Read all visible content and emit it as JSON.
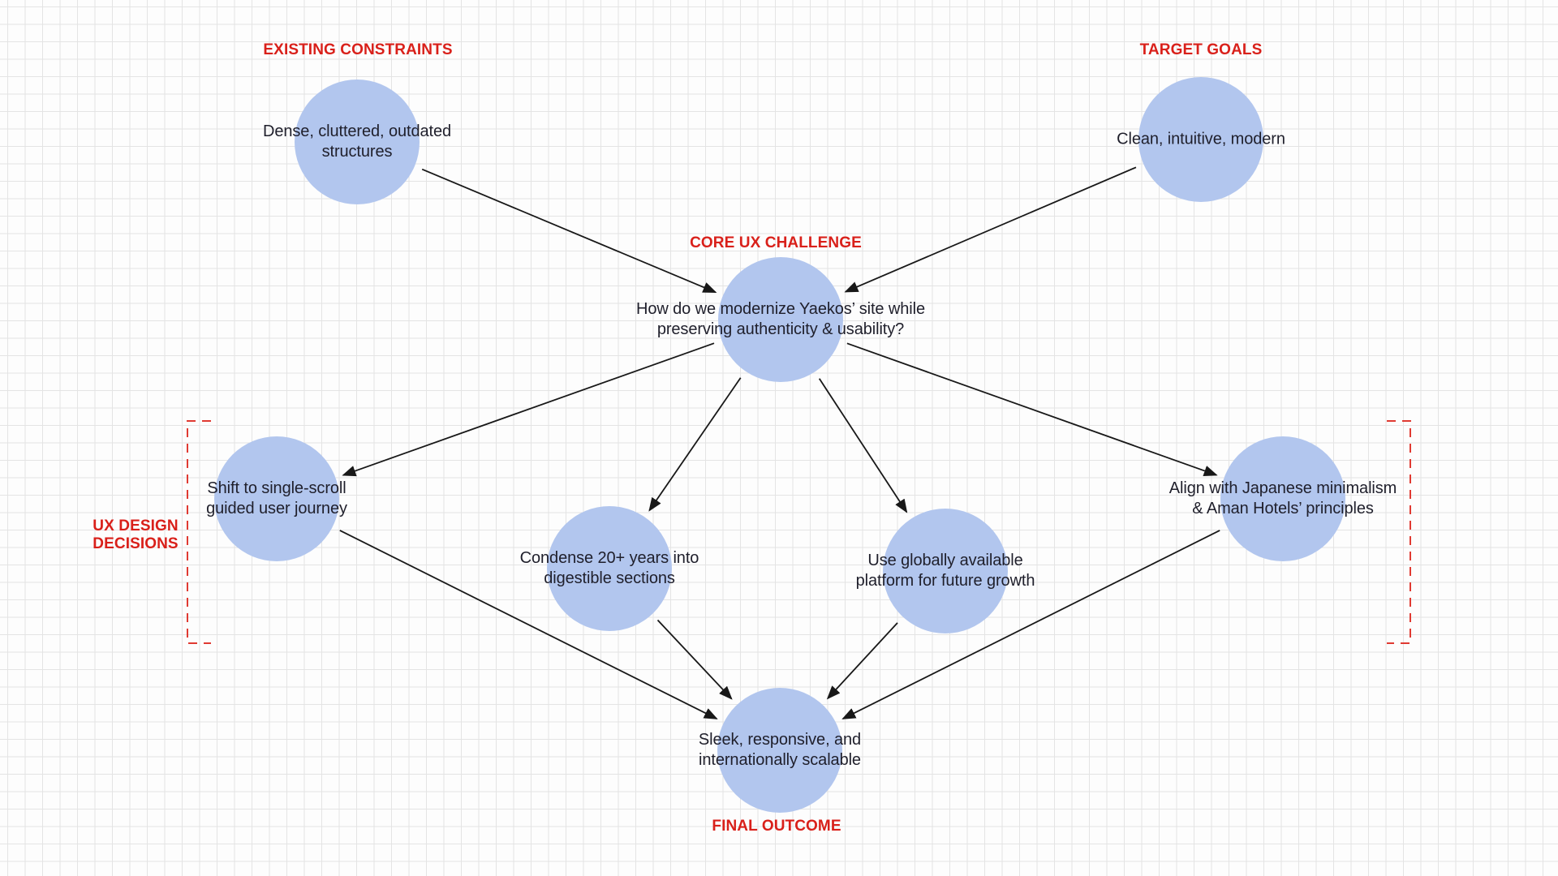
{
  "colors": {
    "node_fill": "#b2c6ee",
    "label_red": "#d9201a",
    "bracket_red": "#e03a32",
    "node_text": "#1f1f2b",
    "arrow": "#181818",
    "grid_line": "#e4e4e4",
    "background": "#fdfdfd"
  },
  "diagram": {
    "section_labels": [
      {
        "id": "existing-constraints",
        "text": "EXISTING CONSTRAINTS"
      },
      {
        "id": "target-goals",
        "text": "TARGET GOALS"
      },
      {
        "id": "core-ux-challenge",
        "text": "CORE UX CHALLENGE"
      },
      {
        "id": "ux-design-decisions",
        "text": "UX DESIGN\nDECISIONS"
      },
      {
        "id": "final-outcome",
        "text": "FINAL OUTCOME"
      }
    ],
    "nodes": [
      {
        "id": "dense",
        "text": "Dense, cluttered, outdated\nstructures"
      },
      {
        "id": "clean",
        "text": "Clean, intuitive, modern"
      },
      {
        "id": "core",
        "text": "How do we modernize Yaekos’ site while\npreserving authenticity & usability?"
      },
      {
        "id": "shift",
        "text": "Shift to single-scroll\nguided user journey"
      },
      {
        "id": "condense",
        "text": "Condense 20+ years into\ndigestible sections"
      },
      {
        "id": "use",
        "text": "Use globally available\nplatform for future growth"
      },
      {
        "id": "align",
        "text": "Align with Japanese minimalism\n& Aman Hotels’ principles"
      },
      {
        "id": "sleek",
        "text": "Sleek, responsive, and\ninternationally scalable"
      }
    ],
    "edges": [
      {
        "from": "dense",
        "to": "core"
      },
      {
        "from": "clean",
        "to": "core"
      },
      {
        "from": "core",
        "to": "shift"
      },
      {
        "from": "core",
        "to": "condense"
      },
      {
        "from": "core",
        "to": "use"
      },
      {
        "from": "core",
        "to": "align"
      },
      {
        "from": "shift",
        "to": "sleek"
      },
      {
        "from": "condense",
        "to": "sleek"
      },
      {
        "from": "use",
        "to": "sleek"
      },
      {
        "from": "align",
        "to": "sleek"
      }
    ]
  }
}
